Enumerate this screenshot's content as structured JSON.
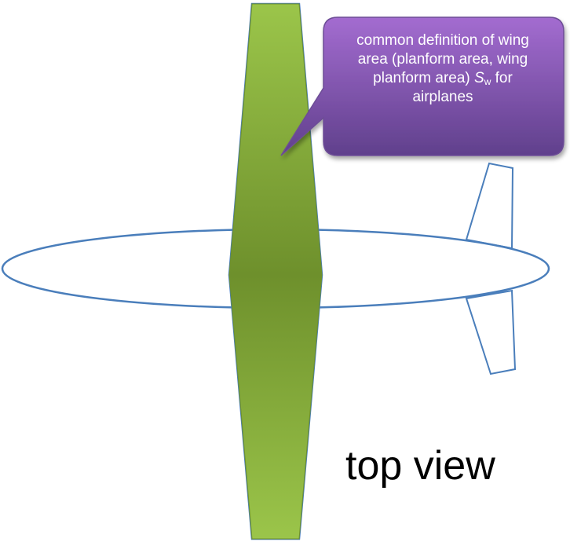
{
  "callout": {
    "line1": "common definition of wing",
    "line2": "area (planform area, wing",
    "line3_pre": "planform area) ",
    "symbol": "S",
    "subscript": "w",
    "line3_post": " for",
    "line4": "airplanes"
  },
  "view_label": "top view",
  "colors": {
    "outline": "#4a7ebb",
    "wing_light": "#9bc54a",
    "wing_dark": "#6e902c",
    "callout_top": "#a36cd0",
    "callout_bottom": "#60408c",
    "callout_border": "#6d4d96"
  }
}
